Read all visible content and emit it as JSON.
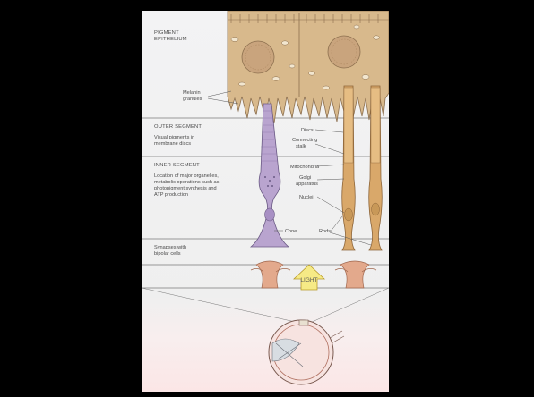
{
  "diagram": {
    "sections": {
      "pigment_epithelium": [
        "PIGMENT",
        "EPITHELIUM"
      ],
      "outer_segment": "OUTER SEGMENT",
      "outer_segment_desc": [
        "Visual pigments in",
        "membrane discs"
      ],
      "inner_segment": "INNER SEGMENT",
      "inner_segment_desc": [
        "Location of major organelles,",
        "metabolic operations such as",
        "photopigment synthesis and",
        "ATP production"
      ],
      "synapses_desc": [
        "Synapses with",
        "bipolar cells"
      ]
    },
    "callouts": {
      "melanin": [
        "Melanin",
        "granules"
      ],
      "discs": "Discs",
      "connecting_stalk": [
        "Connecting",
        "stalk"
      ],
      "mitochondria": "Mitochondria",
      "golgi": [
        "Golgi",
        "apparatus"
      ],
      "nuclei": "Nuclei",
      "cone": "Cone",
      "rods": "Rods"
    },
    "light_label": "LIGHT",
    "colors": {
      "epithelium": "#d8b98c",
      "cone": "#b9a4cf",
      "rod": "#d9a86a",
      "synapse": "#e3a98c",
      "light_arrow": "#f6ea86",
      "eye_outline": "#7a5a50"
    }
  }
}
